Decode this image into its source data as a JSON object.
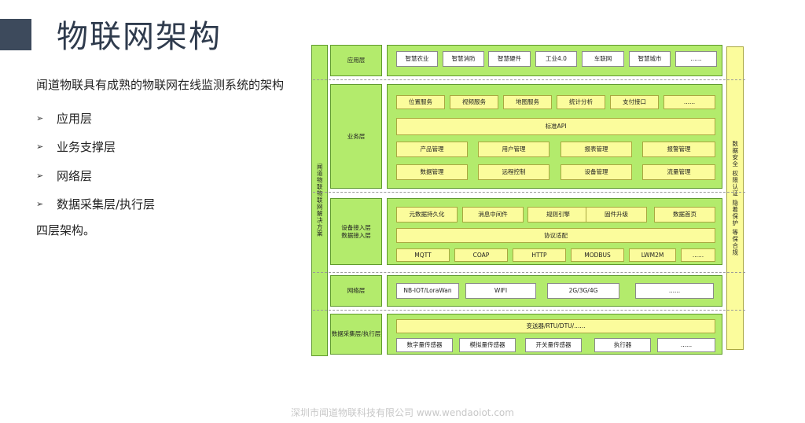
{
  "slide": {
    "title": "物联网架构",
    "intro": "闻道物联具有成熟的物联网在线监测系统的架构",
    "bullets": [
      "应用层",
      "业务支撑层",
      "网络层",
      "数据采集层/执行层"
    ],
    "bullet_glyph": "➢",
    "outro": "四层架构。",
    "footer": "深圳市闻道物联科技有限公司 www.wendaoiot.com"
  },
  "diagram": {
    "left_label": "闻道物联物联网解决方案",
    "right_label": "数据安全 权限认证 隐着保护 等保合规",
    "layers": {
      "app": {
        "label": "应用层",
        "items": [
          "智慧农业",
          "智慧消防",
          "智慧硬件",
          "工业4.0",
          "车联网",
          "智慧城市",
          "......"
        ]
      },
      "biz": {
        "label": "业务层",
        "row1": [
          "位置服务",
          "视频服务",
          "地图服务",
          "统计分析",
          "支付接口",
          "......"
        ],
        "api": "标准API",
        "row2": [
          "产品管理",
          "用户管理",
          "报表管理",
          "报警管理"
        ],
        "row3": [
          "数据管理",
          "远程控制",
          "设备管理",
          "流量管理"
        ]
      },
      "access": {
        "label_line1": "设备接入层",
        "label_line2": "数据接入层",
        "row1": [
          "元数据持久化",
          "消息中间件",
          "规则引擎",
          "固件升级",
          "数据首页"
        ],
        "adapter": "协议适配",
        "row2": [
          "MQTT",
          "COAP",
          "HTTP",
          "MODBUS",
          "LWM2M",
          "......"
        ]
      },
      "net": {
        "label": "网络层",
        "items": [
          "NB-IOT/LoraWan",
          "WIFI",
          "2G/3G/4G",
          "......"
        ]
      },
      "collect": {
        "label": "数据采集层/执行层",
        "top": "变送器/RTU/DTU/......",
        "items": [
          "数字量传感器",
          "模拟量传感器",
          "开关量传感器",
          "执行器",
          "......"
        ]
      }
    }
  },
  "colors": {
    "green": "#b3eb6c",
    "yellow": "#fbfc9c",
    "title_bar": "#3d4a5c"
  }
}
